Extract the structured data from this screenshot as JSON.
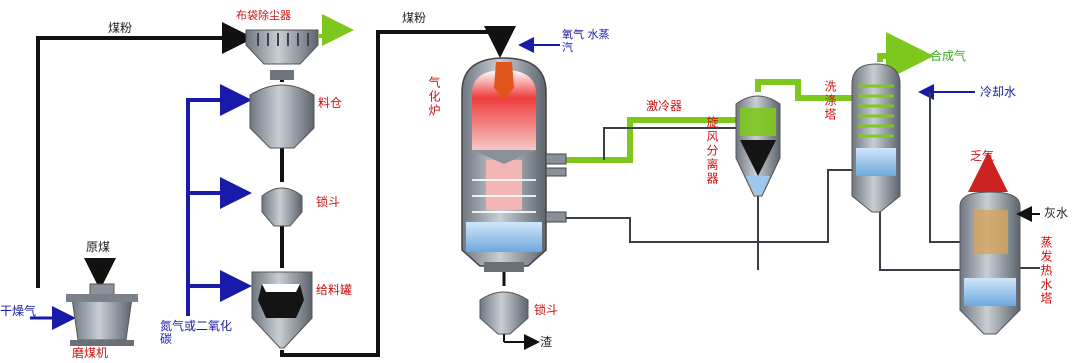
{
  "labels": {
    "coal_powder_top": "煤粉",
    "bag_filter": "布袋除尘器",
    "feed_bin": "料仓",
    "lock_hopper_1": "锁斗",
    "feed_tank": "给料罐",
    "pressure_gas": "氮气或二氧化碳",
    "raw_coal": "原煤",
    "dry_gas": "干燥气",
    "mill": "磨煤机",
    "coal_powder_mid": "煤粉",
    "oxygen_steam": "氧气 水蒸汽",
    "gasifier": "气化炉",
    "slag_hopper": "锁斗",
    "slag": "渣",
    "quench_pipe": "激冷器",
    "cyclone": "旋风分离器",
    "scrubber": "洗涤塔",
    "syngas": "合成气",
    "cooling_water": "冷却水",
    "exhaust": "乏气",
    "fresh_water": "灰水",
    "flash_vessel": "蒸发热水塔"
  },
  "colors": {
    "coal_line": "#111111",
    "gas_line": "#1a1aa8",
    "syngas_line": "#7ec81e",
    "vessel_body": "#9aa2ac",
    "water": "#9cc8ee",
    "flame": "#e63030",
    "label_red": "#cc1111"
  }
}
